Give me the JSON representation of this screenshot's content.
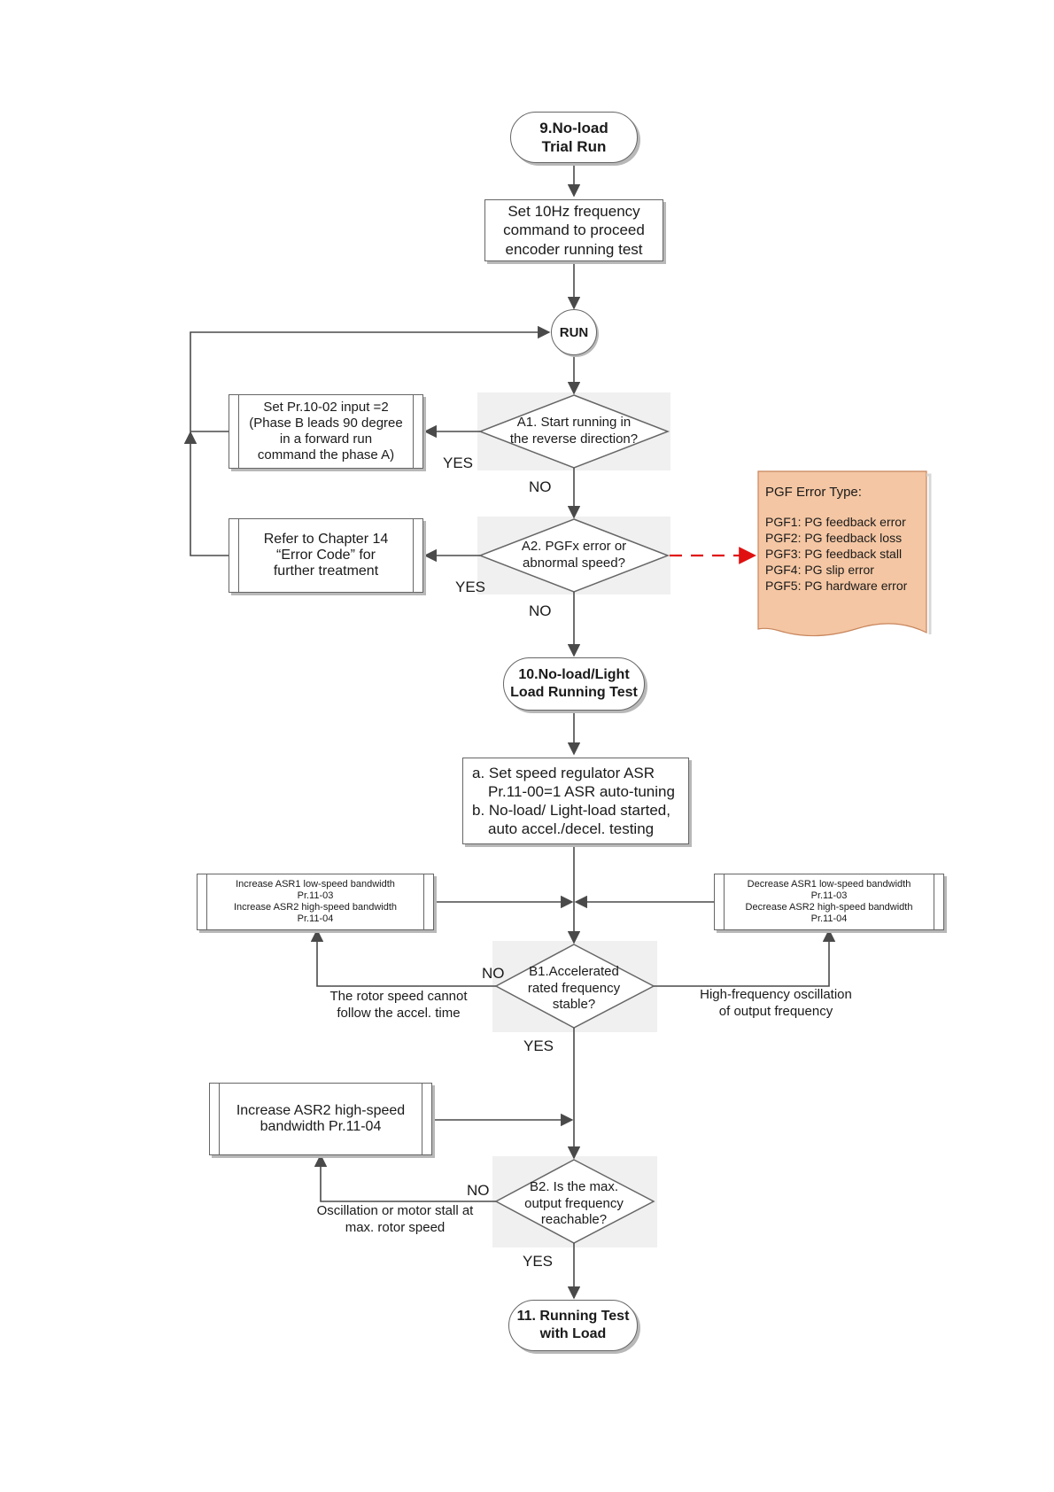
{
  "colors": {
    "line": "#4a4a4a",
    "dashed_arrow": "#e01010",
    "note_fill": "#f4c6a3",
    "note_border": "#c8855c",
    "diamond_shade": "#e8e8e8"
  },
  "start": {
    "line1": "9.No-load",
    "line2": "Trial Run"
  },
  "set_freq": {
    "line1": "Set 10Hz frequency",
    "line2": "command to proceed",
    "line3": "encoder running test"
  },
  "run": {
    "label": "RUN"
  },
  "a1": {
    "line1": "A1. Start running in",
    "line2": "the reverse direction?",
    "yes": "YES",
    "no": "NO",
    "fix": {
      "line1": "Set Pr.10-02 input =2",
      "line2": "(Phase B leads 90 degree",
      "line3": "in a forward run",
      "line4": "command the phase A)"
    }
  },
  "a2": {
    "line1": "A2. PGFx error or",
    "line2": "abnormal speed?",
    "yes": "YES",
    "no": "NO",
    "fix": {
      "line1": "Refer to Chapter 14",
      "line2": "“Error Code”   for",
      "line3": "further treatment"
    }
  },
  "pgf_note": {
    "title": "PGF Error Type:",
    "items": [
      "PGF1: PG feedback error",
      "PGF2: PG feedback loss",
      "PGF3: PG feedback stall",
      "PGF4: PG slip error",
      "PGF5: PG hardware error"
    ]
  },
  "step10": {
    "line1": "10.No-load/Light",
    "line2": "Load Running Test"
  },
  "asr_setup": {
    "line1": "a. Set speed regulator ASR",
    "line2": "Pr.11-00=1 ASR auto-tuning",
    "line3": "b. No-load/ Light-load started,",
    "line4": "auto accel./decel. testing"
  },
  "increase_box": {
    "line1": "Increase ASR1 low-speed bandwidth",
    "line2": "Pr.11-03",
    "line3": "Increase ASR2 high-speed bandwidth",
    "line4": "Pr.11-04"
  },
  "decrease_box": {
    "line1": "Decrease ASR1 low-speed bandwidth",
    "line2": "Pr.11-03",
    "line3": "Decrease ASR2 high-speed bandwidth",
    "line4": "Pr.11-04"
  },
  "b1": {
    "line1": "B1.Accelerated",
    "line2": "rated frequency",
    "line3": "stable?",
    "no": "NO",
    "yes": "YES",
    "left_cond_line1": "The rotor speed cannot",
    "left_cond_line2": "follow the accel. time",
    "right_cond_line1": "High-frequency oscillation",
    "right_cond_line2": "of output frequency"
  },
  "increase2": {
    "line1": "Increase ASR2 high-speed",
    "line2": "bandwidth Pr.11-04"
  },
  "b2": {
    "line1": "B2. Is the max.",
    "line2": "output frequency",
    "line3": "reachable?",
    "no": "NO",
    "yes": "YES",
    "cond_line1": "Oscillation or motor stall at",
    "cond_line2": "max. rotor speed"
  },
  "end": {
    "line1": "11. Running Test",
    "line2": "with Load"
  }
}
